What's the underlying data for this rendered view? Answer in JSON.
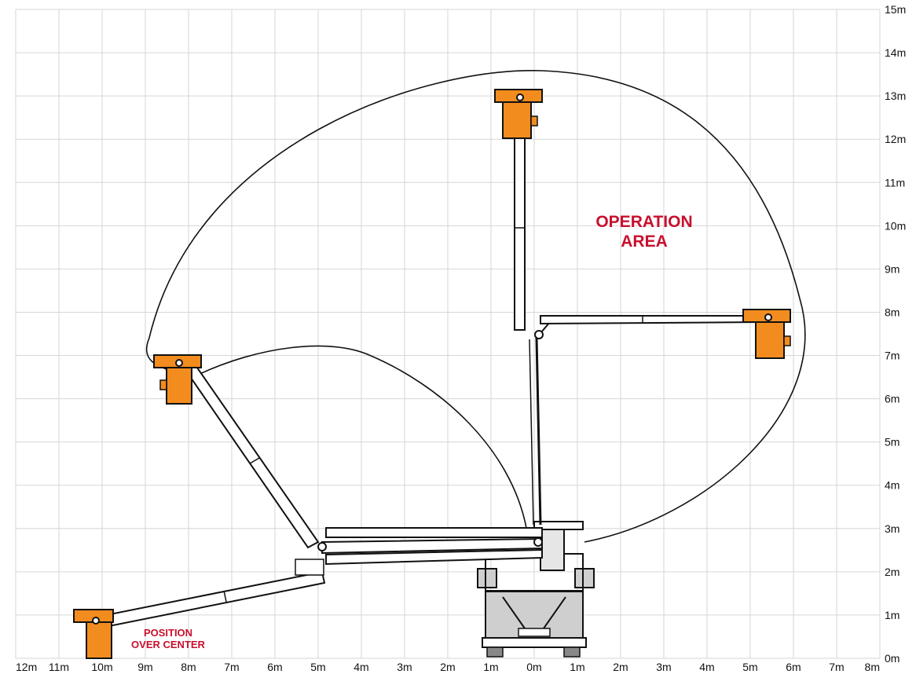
{
  "chart_data": {
    "type": "diagram",
    "x_ticks": [
      "12m",
      "11m",
      "10m",
      "9m",
      "8m",
      "7m",
      "6m",
      "5m",
      "4m",
      "3m",
      "2m",
      "1m",
      "0m",
      "1m",
      "2m",
      "3m",
      "4m",
      "5m",
      "6m",
      "7m",
      "8m"
    ],
    "y_ticks": [
      "0m",
      "1m",
      "2m",
      "3m",
      "4m",
      "5m",
      "6m",
      "7m",
      "8m",
      "9m",
      "10m",
      "11m",
      "12m",
      "13m",
      "14m",
      "15m"
    ],
    "annotations": {
      "operation_area": [
        "OPERATION",
        "AREA"
      ],
      "over_center": [
        "POSITION",
        "OVER CENTER"
      ]
    },
    "colors": {
      "platform": "#f28c1e",
      "accent": "#c8102e",
      "grid": "#d6d6d6",
      "line": "#111111",
      "truck": "#cfcfcf"
    }
  }
}
